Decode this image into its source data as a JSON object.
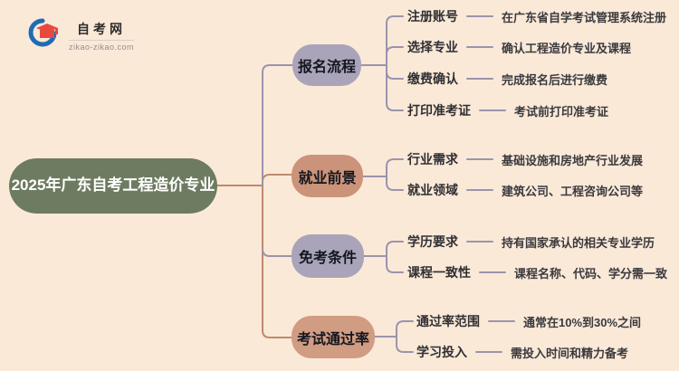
{
  "logo": {
    "site_name": "自考网",
    "site_url": "zikao-zikao.com"
  },
  "root": {
    "title": "2025年广东自考工程造价专业",
    "color": "#6d7b61"
  },
  "colors": {
    "background": "#fbe9d8",
    "line_gray": "#9a94ac",
    "line_brown": "#c08a6b",
    "node_lavender": "#a9a4ba",
    "node_terracotta": "#cb9379",
    "node_terracotta_light": "#d09c82",
    "logo_blue": "#1f6cb4",
    "logo_red": "#e8493f"
  },
  "branches": [
    {
      "label": "报名流程",
      "color": "#a9a4ba",
      "children": [
        {
          "label": "注册账号",
          "desc": "在广东省自学考试管理系统注册"
        },
        {
          "label": "选择专业",
          "desc": "确认工程造价专业及课程"
        },
        {
          "label": "缴费确认",
          "desc": "完成报名后进行缴费"
        },
        {
          "label": "打印准考证",
          "desc": "考试前打印准考证"
        }
      ]
    },
    {
      "label": "就业前景",
      "color": "#cb9379",
      "children": [
        {
          "label": "行业需求",
          "desc": "基础设施和房地产行业发展"
        },
        {
          "label": "就业领域",
          "desc": "建筑公司、工程咨询公司等"
        }
      ]
    },
    {
      "label": "免考条件",
      "color": "#a9a4ba",
      "children": [
        {
          "label": "学历要求",
          "desc": "持有国家承认的相关专业学历"
        },
        {
          "label": "课程一致性",
          "desc": "课程名称、代码、学分需一致"
        }
      ]
    },
    {
      "label": "考试通过率",
      "color": "#d09c82",
      "children": [
        {
          "label": "通过率范围",
          "desc": "通常在10%到30%之间"
        },
        {
          "label": "学习投入",
          "desc": "需投入时间和精力备考"
        }
      ]
    }
  ]
}
